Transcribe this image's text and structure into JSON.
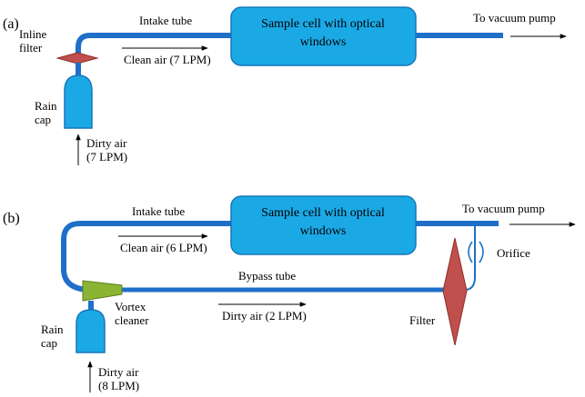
{
  "colors": {
    "tube": "#1f6fc9",
    "cell_fill": "#1ba9e6",
    "cell_stroke": "#1677b8",
    "filter_a": "#c0504d",
    "filter_b": "#b0403d",
    "vortex": "#8ab534",
    "arrow": "#000000"
  },
  "panel_a": {
    "label": "(a)",
    "inline_filter": [
      "Inline",
      "filter"
    ],
    "intake_tube": "Intake tube",
    "clean_air": "Clean air (7 LPM)",
    "cell": [
      "Sample cell with optical",
      "windows"
    ],
    "to_vacuum": "To vacuum pump",
    "rain_cap": [
      "Rain",
      "cap"
    ],
    "dirty_air": [
      "Dirty air",
      "(7 LPM)"
    ]
  },
  "panel_b": {
    "label": "(b)",
    "intake_tube": "Intake tube",
    "clean_air": "Clean air (6 LPM)",
    "cell": [
      "Sample cell with optical",
      "windows"
    ],
    "to_vacuum": "To vacuum pump",
    "orifice": "Orifice",
    "bypass_tube": "Bypass tube",
    "vortex_cleaner": [
      "Vortex",
      "cleaner"
    ],
    "dirty_air_bypass": "Dirty air (2 LPM)",
    "filter": "Filter",
    "rain_cap": [
      "Rain",
      "cap"
    ],
    "dirty_air": [
      "Dirty air",
      "(8 LPM)"
    ]
  }
}
